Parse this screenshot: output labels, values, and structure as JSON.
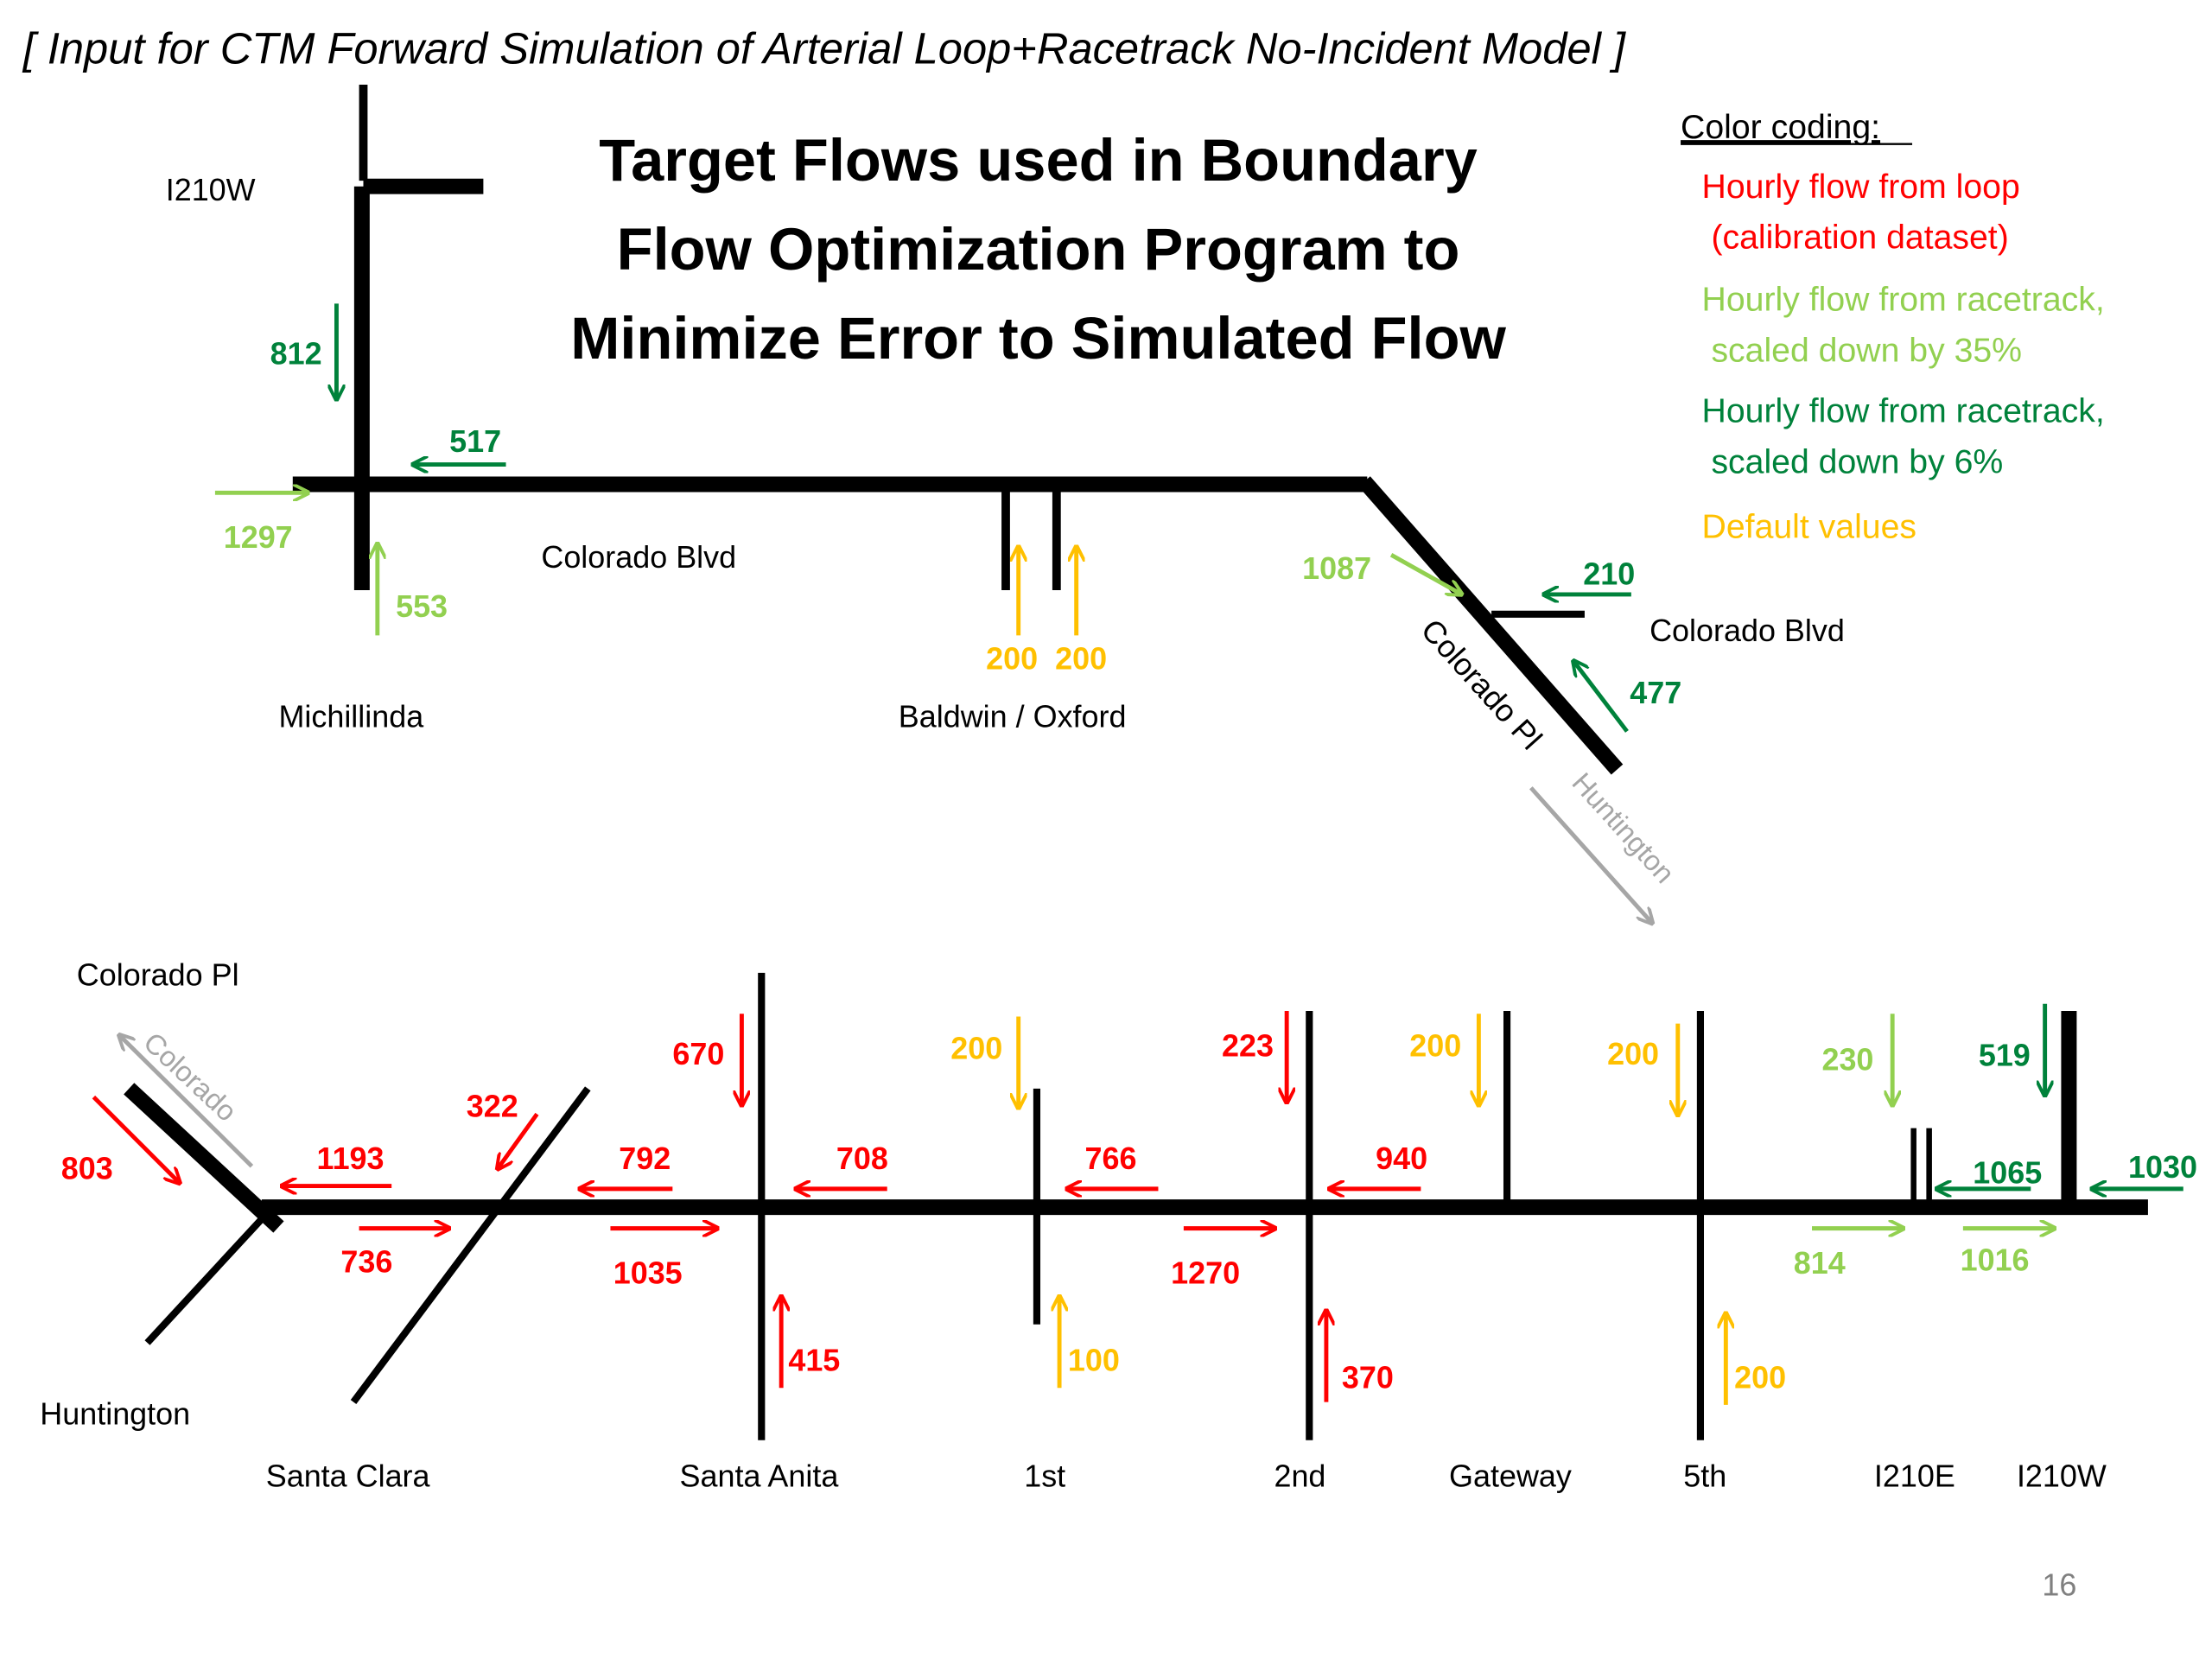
{
  "page": {
    "header": "[ Input for CTM Forward Simulation of Arterial Loop+Racetrack No-Incident Model ]",
    "title_lines": [
      "Target Flows used in Boundary",
      "Flow Optimization Program to",
      "Minimize Error to Simulated Flow"
    ],
    "page_number": "16"
  },
  "legend": {
    "heading": "Color coding:",
    "entries": [
      {
        "lines": [
          "Hourly flow from loop",
          " (calibration dataset)"
        ],
        "color": "#ff0000"
      },
      {
        "lines": [
          "Hourly flow from racetrack,",
          " scaled down by 35%"
        ],
        "color": "#92d050"
      },
      {
        "lines": [
          "Hourly flow from racetrack,",
          " scaled down by 6%"
        ],
        "color": "#00823b"
      },
      {
        "lines": [
          "Default values"
        ],
        "color": "#ffc000"
      }
    ]
  },
  "colors": {
    "road": "#000000",
    "loop": "#ff0000",
    "racetrack_35": "#92d050",
    "racetrack_6": "#00823b",
    "default": "#ffc000",
    "reference": "#a6a6a6"
  },
  "labels": {
    "i210w_top": "I210W",
    "colorado_blvd": "Colorado Blvd",
    "michillinda": "Michillinda",
    "baldwin_oxford": "Baldwin / Oxford",
    "colorado_pl_diag": "Colorado Pl",
    "colorado_blvd_right": "Colorado Blvd",
    "huntington_ref": "Huntington",
    "colorado_pl_bottom": "Colorado Pl",
    "colorado_ref": "Colorado",
    "huntington": "Huntington",
    "santa_clara": "Santa Clara",
    "santa_anita": "Santa Anita",
    "first": "1st",
    "second": "2nd",
    "gateway": "Gateway",
    "fifth": "5th",
    "i210e": "I210E",
    "i210w_bottom": "I210W"
  },
  "flows": {
    "michillinda_sb": "812",
    "i210w_offramp": "517",
    "colorado_eb_in": "1297",
    "michillinda_nb": "553",
    "baldwin_nb": "200",
    "oxford_nb": "200",
    "colorado_pl_in": "1087",
    "colorado_blvd_right_wb": "210",
    "huntington_nb": "477",
    "colorado_pl_sb": "803",
    "santa_clara_wb_exit": "1193",
    "santa_clara_sb": "322",
    "santa_clara_eb": "736",
    "santa_clara_wb": "792",
    "santa_anita_eb": "1035",
    "santa_anita_sb": "670",
    "santa_anita_wb": "708",
    "santa_anita_nb": "415",
    "first_sb": "200",
    "first_wb": "766",
    "first_nb": "100",
    "second_sb": "223",
    "second_eb": "1270",
    "second_wb": "940",
    "second_nb": "370",
    "gateway_sb": "200",
    "fifth_sb": "200",
    "fifth_nb": "200",
    "i210e_sb": "230",
    "i210e_wb": "1065",
    "i210e_eb": "814",
    "i210w_sb": "519",
    "i210w_wb_in": "1030",
    "i210w_eb": "1016"
  }
}
